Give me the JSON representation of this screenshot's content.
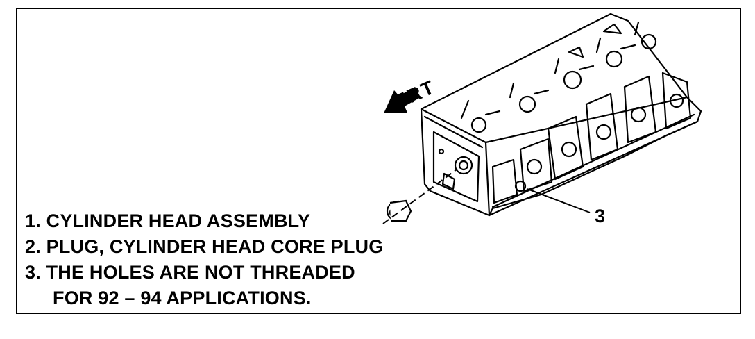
{
  "direction_label": "FRT",
  "callouts": [
    "3"
  ],
  "legend": {
    "items": [
      "1. CYLINDER HEAD ASSEMBLY",
      "2. PLUG, CYLINDER HEAD CORE PLUG",
      "3. THE HOLES ARE NOT THREADED"
    ],
    "continuation": "FOR 92 – 94 APPLICATIONS."
  }
}
